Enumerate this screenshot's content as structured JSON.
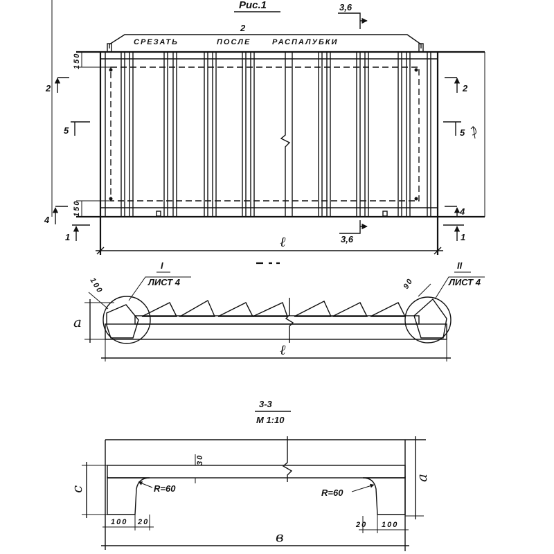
{
  "figure": {
    "title": "Рис.1"
  },
  "plan": {
    "top_section_mark": "3,6",
    "bracket_position": "2",
    "cut_note": {
      "word1": "СРЕЗАТЬ",
      "word2": "ПОСЛЕ",
      "word3": "РАСПАЛУБКИ"
    },
    "edge_dim_top": "150",
    "edge_dim_bottom": "150",
    "left_marks": {
      "m2": "2",
      "m5": "5",
      "m4": "4",
      "m1": "1"
    },
    "right_marks": {
      "m2": "2",
      "m5": "5",
      "m4": "4",
      "m1": "1"
    },
    "bottom_section_mark": "3,6",
    "length": "ℓ"
  },
  "longitudinal_section": {
    "node_left": {
      "number": "I",
      "sheet": "ЛИСТ 4",
      "size": "100"
    },
    "node_right": {
      "number": "II",
      "sheet": "ЛИСТ 4",
      "size": "90"
    },
    "height": "а",
    "length": "ℓ"
  },
  "cross_section": {
    "title": "3-3",
    "scale": "М 1:10",
    "flange_thickness": "30",
    "rib_height": "с",
    "total_height": "а",
    "radius_left": "R=60",
    "radius_right": "R=60",
    "left_rib_width": "100",
    "left_offset": "20",
    "right_offset": "20",
    "right_rib_width": "100",
    "width": "в"
  }
}
